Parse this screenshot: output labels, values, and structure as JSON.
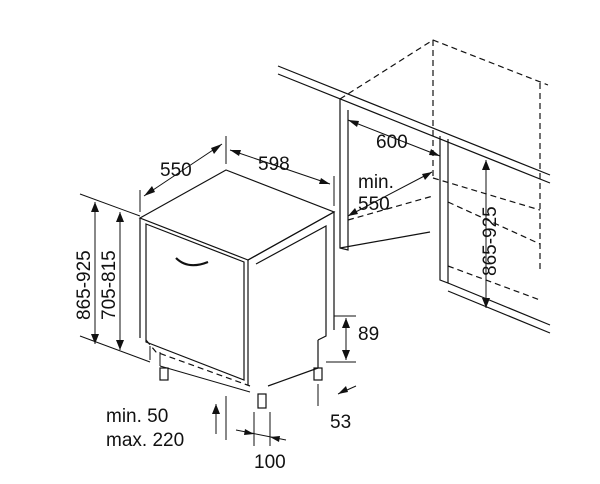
{
  "dimensions": {
    "depth": "550",
    "width": "598",
    "overall_height": "865-925",
    "door_height": "705-815",
    "niche_width": "600",
    "niche_depth_label": "min.",
    "niche_depth_value": "550",
    "niche_height": "865-925",
    "plinth_height": "89",
    "plinth_depth": "53",
    "feet_adjust_min": "min. 50",
    "feet_adjust_max": "max. 220",
    "foot_offset": "100"
  }
}
